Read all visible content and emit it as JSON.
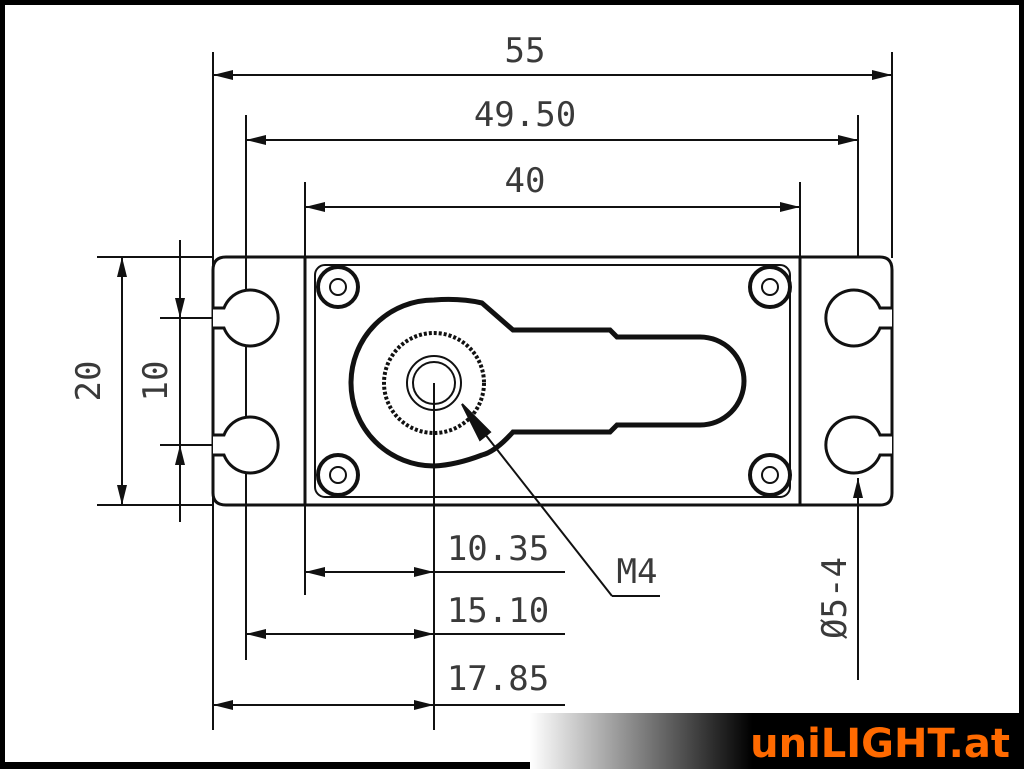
{
  "drawing": {
    "dimensions": {
      "overall_width": "55",
      "hole_spacing": "49.50",
      "case_width": "40",
      "flange_height": "20",
      "hole_vertical_spacing": "10",
      "case_to_shaft": "10.35",
      "hole_to_shaft": "15.10",
      "edge_to_shaft": "17.85",
      "shaft_thread": "M4",
      "hole_diameter": "Ø5-4"
    }
  },
  "logo": {
    "text": "uniLIGHT.at",
    "color": "#ff6a00"
  }
}
